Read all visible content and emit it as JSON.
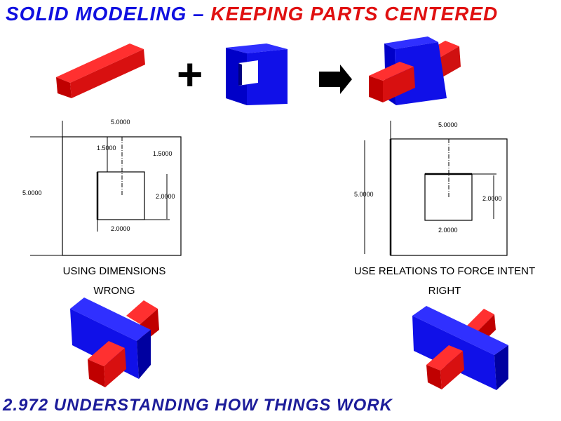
{
  "title": {
    "part1": "SOLID MODELING – ",
    "part2": "KEEPING PARTS CENTERED"
  },
  "symbols": {
    "plus": "+"
  },
  "left_sketch": {
    "dims": {
      "outer_width": "5.0000",
      "outer_height": "5.0000",
      "top_offset": "1.5000",
      "right_offset": "1.5000",
      "inner_height": "2.0000",
      "inner_width": "2.0000"
    },
    "caption": "USING DIMENSIONS",
    "verdict": "WRONG"
  },
  "right_sketch": {
    "dims": {
      "outer_width": "5.0000",
      "outer_height": "5.0000",
      "inner_height": "2.0000",
      "inner_width": "2.0000"
    },
    "caption": "USE RELATIONS TO FORCE INTENT",
    "verdict": "RIGHT"
  },
  "footer": "2.972 UNDERSTANDING HOW THINGS WORK",
  "colors": {
    "blue": "#1010e0",
    "red": "#e01010",
    "footer": "#1c1c9a"
  }
}
